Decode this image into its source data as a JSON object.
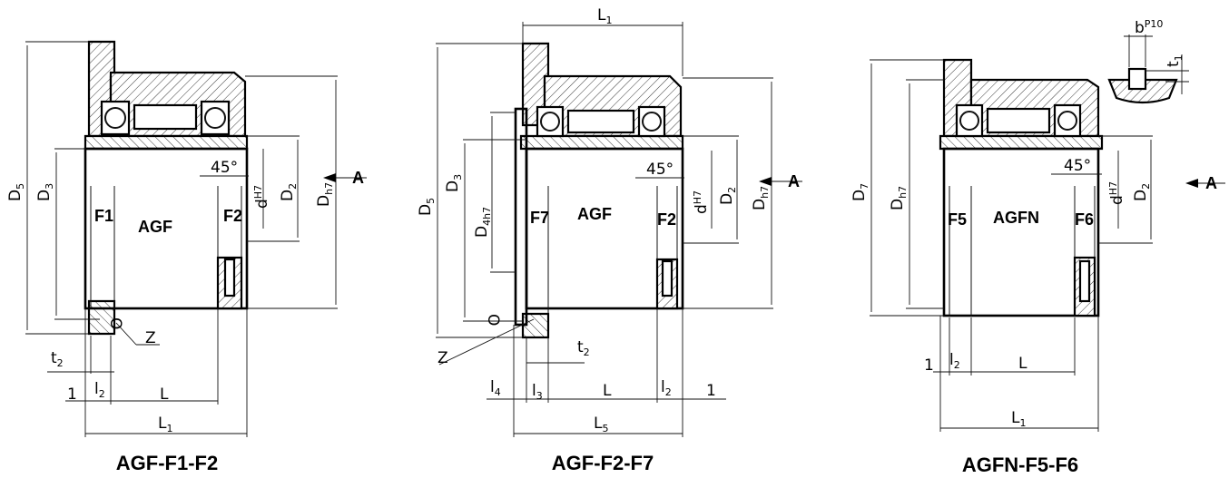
{
  "drawings": [
    {
      "caption": "AGF-F1-F2",
      "model": "AGF",
      "left_flange": "F1",
      "right_flange": "F2",
      "dims": {
        "D5": "D",
        "D5s": "5",
        "D3": "D",
        "D3s": "3",
        "Dh7": "D",
        "Dh7s": "h7",
        "D2": "D",
        "D2s": "2",
        "dH7": "d",
        "dH7s": "H7",
        "chamfer": "45°",
        "arrow": "A",
        "O": "O",
        "Z": "Z",
        "t2": "t",
        "t2s": "2",
        "one": "1",
        "l2": "l",
        "l2s": "2",
        "L": "L",
        "L1": "L",
        "L1s": "1"
      }
    },
    {
      "caption": "AGF-F2-F7",
      "model": "AGF",
      "left_flange": "F7",
      "right_flange": "F2",
      "dims": {
        "L1": "L",
        "L1s": "1",
        "D5": "D",
        "D5s": "5",
        "D3": "D",
        "D3s": "3",
        "D4h7": "D",
        "D4h7s": "4h7",
        "Dh7": "D",
        "Dh7s": "h7",
        "D2": "D",
        "D2s": "2",
        "dH7": "d",
        "dH7s": "H7",
        "chamfer": "45°",
        "arrow": "A",
        "O": "O",
        "Z": "Z",
        "t2": "t",
        "t2s": "2",
        "l4": "l",
        "l4s": "4",
        "l3": "l",
        "l3s": "3",
        "L": "L",
        "l2": "l",
        "l2s": "2",
        "one": "1",
        "L5": "L",
        "L5s": "5"
      }
    },
    {
      "caption": "AGFN-F5-F6",
      "model": "AGFN",
      "left_flange": "F5",
      "right_flange": "F6",
      "dims": {
        "D7": "D",
        "D7s": "7",
        "Dh7": "D",
        "Dh7s": "h7",
        "D2": "D",
        "D2s": "2",
        "dH7": "d",
        "dH7s": "H7",
        "chamfer": "45°",
        "arrow": "A",
        "b": "b",
        "bs": "P10",
        "t1": "t",
        "t1s": "1",
        "one": "1",
        "l2": "l",
        "l2s": "2",
        "L": "L",
        "L1": "L",
        "L1s": "1"
      }
    }
  ]
}
